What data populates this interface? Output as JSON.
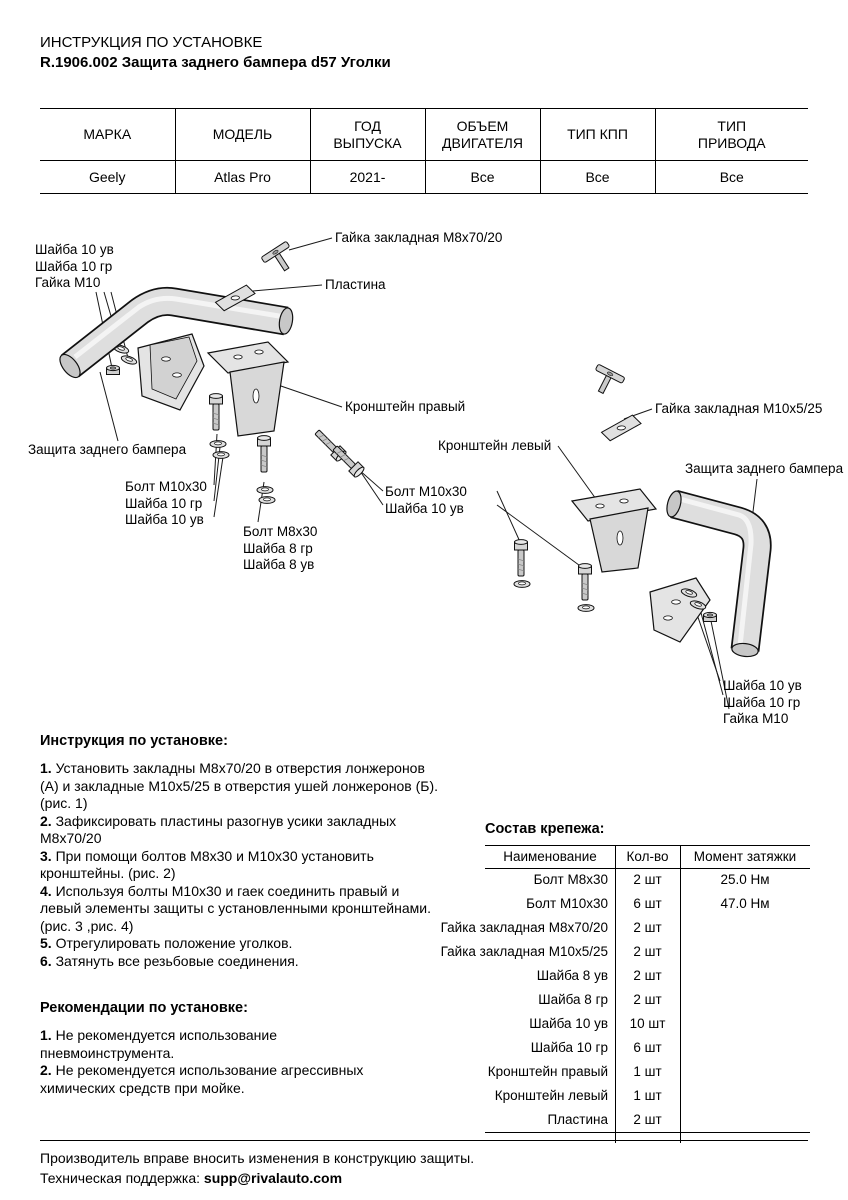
{
  "header": {
    "title": "ИНСТРУКЦИЯ ПО УСТАНОВКЕ",
    "subtitle": "R.1906.002 Защита заднего бампера d57 Уголки"
  },
  "spec_table": {
    "headers": [
      "МАРКА",
      "МОДЕЛЬ",
      "ГОД\nВЫПУСКА",
      "ОБЪЕМ\nДВИГАТЕЛЯ",
      "ТИП КПП",
      "ТИП\nПРИВОДА"
    ],
    "row": [
      "Geely",
      "Atlas Pro",
      "2021-",
      "Все",
      "Все",
      "Все"
    ]
  },
  "diagram": {
    "labels": {
      "gasket_m8": "Гайка закладная М8х70/20",
      "washer_stack_left": "Шайба 10 ув\nШайба 10 гр\nГайка М10",
      "plate": "Пластина",
      "bracket_right": "Кронштейн правый",
      "guard_left": "Защита заднего бампера",
      "bolt_stack_left": "Болт М10х30\nШайба 10 гр\nШайба 10 ув",
      "bolt_m8_stack": "Болт М8х30\nШайба 8 гр\nШайба 8 ув",
      "bolt_m10_pair": "Болт М10х30\nШайба 10 ув",
      "bracket_left": "Кронштейн левый",
      "gasket_m10": "Гайка закладная М10х5/25",
      "guard_right": "Защита заднего бампера",
      "washer_stack_right": "Шайба 10 ув\nШайба 10 гр\nГайка М10"
    }
  },
  "instructions": {
    "title": "Инструкция по установке:",
    "steps": [
      {
        "num": "1.",
        "text": "Установить закладны М8х70/20 в отверстия лонжеронов (А) и закладные М10х5/25 в отверстия ушей лонжеронов (Б). (рис. 1)"
      },
      {
        "num": "2.",
        "text": "Зафиксировать пластины разогнув усики закладных М8х70/20"
      },
      {
        "num": "3.",
        "text": "При помощи болтов М8х30 и М10х30 установить кронштейны. (рис. 2)"
      },
      {
        "num": "4.",
        "text": "Используя болты М10х30 и гаек соединить правый и левый элементы защиты с установленными кронштейнами. (рис. 3 ,рис. 4)"
      },
      {
        "num": "5.",
        "text": "Отрегулировать положение уголков."
      },
      {
        "num": "6.",
        "text": "Затянуть все резьбовые соединения."
      }
    ]
  },
  "hardware": {
    "title": "Состав крепежа:",
    "headers": [
      "Наименование",
      "Кол-во",
      "Момент затяжки"
    ],
    "rows": [
      {
        "name": "Болт М8х30",
        "qty": "2 шт",
        "torque": "25.0 Нм"
      },
      {
        "name": "Болт М10х30",
        "qty": "6 шт",
        "torque": "47.0 Нм"
      },
      {
        "name": "Гайка закладная М8х70/20",
        "qty": "2 шт",
        "torque": ""
      },
      {
        "name": "Гайка закладная М10х5/25",
        "qty": "2 шт",
        "torque": ""
      },
      {
        "name": "Шайба 8 ув",
        "qty": "2 шт",
        "torque": ""
      },
      {
        "name": "Шайба 8 гр",
        "qty": "2 шт",
        "torque": ""
      },
      {
        "name": "Шайба 10 ув",
        "qty": "10 шт",
        "torque": ""
      },
      {
        "name": "Шайба 10 гр",
        "qty": "6 шт",
        "torque": ""
      },
      {
        "name": "Кронштейн правый",
        "qty": "1 шт",
        "torque": ""
      },
      {
        "name": "Кронштейн левый",
        "qty": "1 шт",
        "torque": ""
      },
      {
        "name": "Пластина",
        "qty": "2 шт",
        "torque": ""
      }
    ]
  },
  "recommendations": {
    "title": "Рекомендации по установке:",
    "items": [
      {
        "num": "1.",
        "text": "Не рекомендуется использование\nпневмоинструмента."
      },
      {
        "num": "2.",
        "text": "Не рекомендуется использование агрессивных\nхимических средств при мойке."
      }
    ]
  },
  "footer": {
    "note": "Производитель вправе вносить изменения в конструкцию защиты.",
    "support_label": "Техническая поддержка:",
    "support_email": "supp@rivalauto.com"
  }
}
